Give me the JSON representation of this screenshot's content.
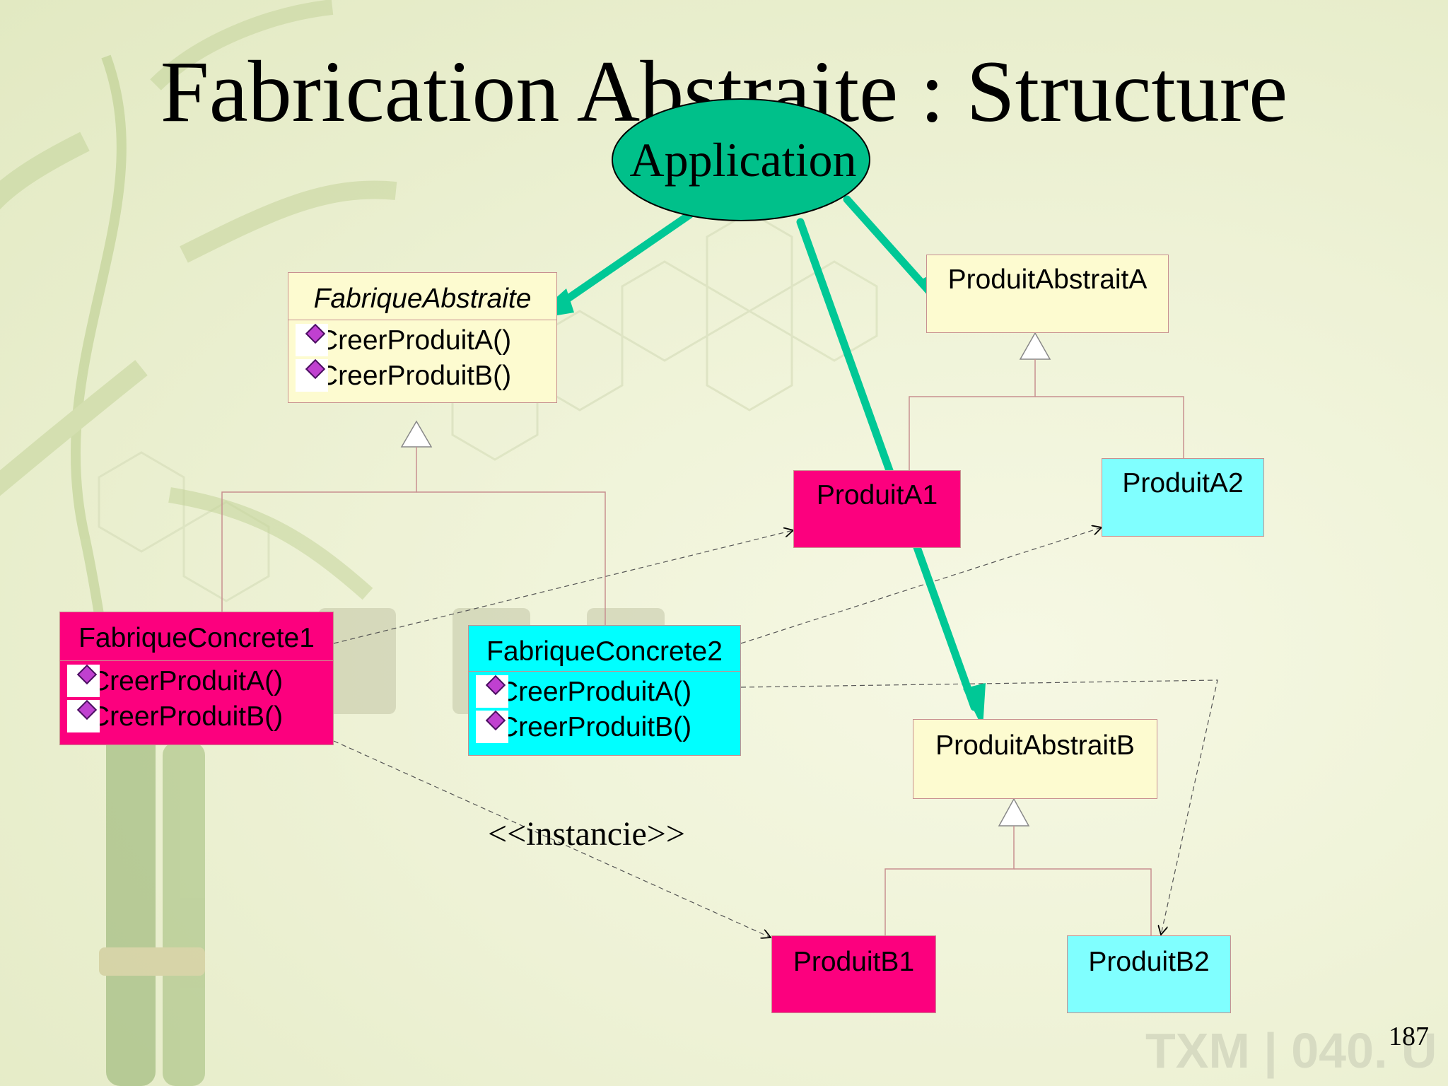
{
  "slide": {
    "title": "Fabrication Abstraite : Structure",
    "page_number": "187",
    "watermark": "TXM | 040. U",
    "colors": {
      "arrow_green": "#00c896",
      "ellipse_fill": "#00c08a",
      "abstract_fill": "#fdfbd0",
      "concrete1_fill": "#fc007e",
      "concrete2_fill": "#00ffff",
      "product2_fill": "#80ffff",
      "line_color": "#c89090"
    }
  },
  "diagram": {
    "application": {
      "label": "Application"
    },
    "stereotype": "<<instancie>>",
    "classes": {
      "fabrique_abstraite": {
        "name": "FabriqueAbstraite",
        "operations": [
          "CreerProduitA()",
          "CreerProduitB()"
        ]
      },
      "fabrique_concrete1": {
        "name": "FabriqueConcrete1",
        "operations": [
          "CreerProduitA()",
          "CreerProduitB()"
        ]
      },
      "fabrique_concrete2": {
        "name": "FabriqueConcrete2",
        "operations": [
          "CreerProduitA()",
          "CreerProduitB()"
        ]
      },
      "produit_abstrait_a": {
        "name": "ProduitAbstraitA"
      },
      "produit_a1": {
        "name": "ProduitA1"
      },
      "produit_a2": {
        "name": "ProduitA2"
      },
      "produit_abstrait_b": {
        "name": "ProduitAbstraitB"
      },
      "produit_b1": {
        "name": "ProduitB1"
      },
      "produit_b2": {
        "name": "ProduitB2"
      }
    }
  }
}
